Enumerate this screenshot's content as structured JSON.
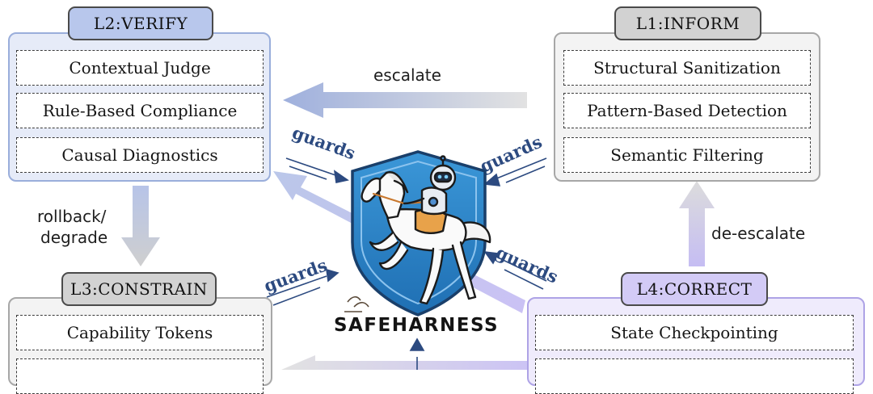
{
  "tiers": {
    "l1": {
      "title": "L1:INFORM",
      "items": [
        "Structural Sanitization",
        "Pattern-Based Detection",
        "Semantic Filtering"
      ]
    },
    "l2": {
      "title": "L2:VERIFY",
      "items": [
        "Contextual Judge",
        "Rule-Based Compliance",
        "Causal Diagnostics"
      ]
    },
    "l3": {
      "title": "L3:CONSTRAIN",
      "items": [
        "Capability Tokens",
        ""
      ]
    },
    "l4": {
      "title": "L4:CORRECT",
      "items": [
        "State Checkpointing",
        ""
      ]
    }
  },
  "flows": {
    "escalate": "escalate",
    "de_escalate": "de-escalate",
    "rollback_line1": "rollback/",
    "rollback_line2": "degrade"
  },
  "guards_label": "guards",
  "brand_name": "SAFEHARNESS",
  "colors": {
    "verify": "#b8c7ec",
    "inform": "#d2d2d2",
    "constrain": "#d2d2d2",
    "correct": "#d3cbf6",
    "shield": "#2f86c9",
    "guards": "#2c4a80"
  }
}
